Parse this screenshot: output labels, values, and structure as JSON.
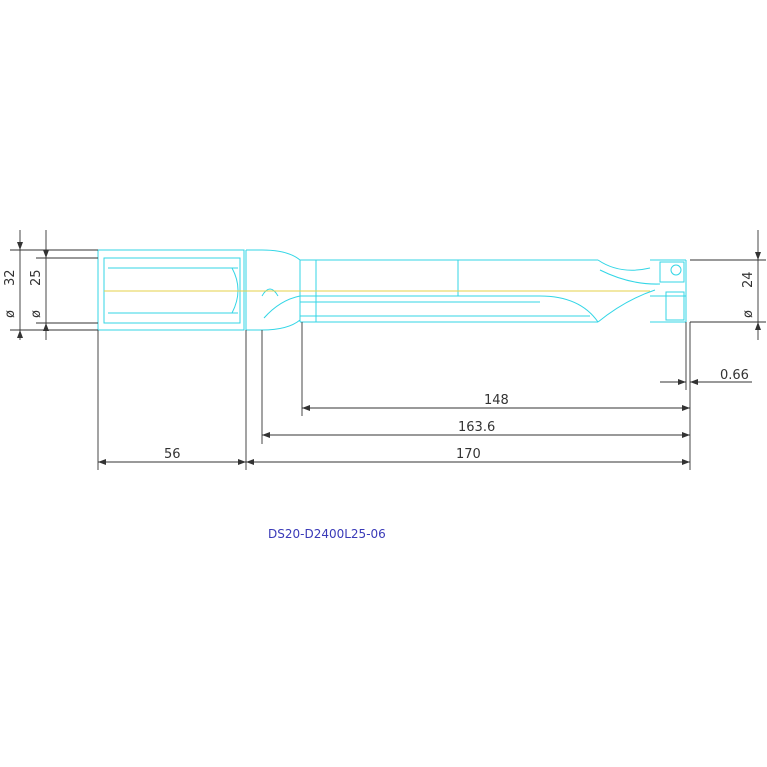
{
  "colors": {
    "outline": "#33d6e6",
    "dimension": "#333333",
    "center_line": "#e6d24a",
    "part_number": "#3a3ab8",
    "background": "#ffffff"
  },
  "part_number": "DS20-D2400L25-06",
  "dimensions": {
    "shank_diameter": "32",
    "body_diameter": "25",
    "tip_diameter": "24",
    "diameter_symbol": "ø",
    "offset": "0.66",
    "flute_length": "148",
    "body_length": "163.6",
    "total_length": "170",
    "shank_length": "56"
  }
}
